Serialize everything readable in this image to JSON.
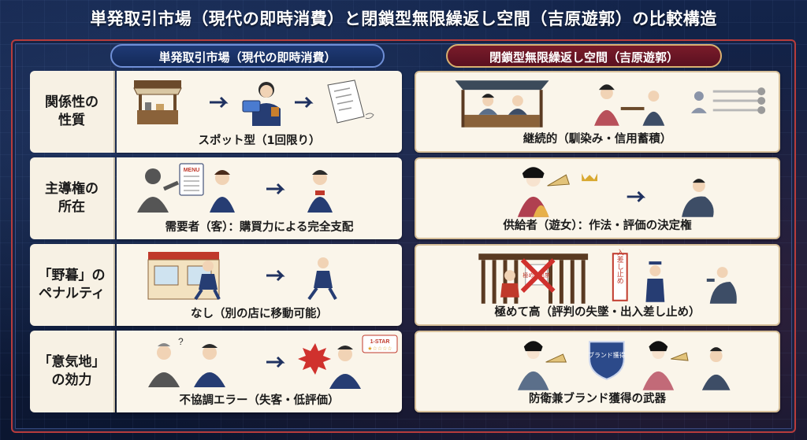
{
  "title": "単発取引市場（現代の即時消費）と閉鎖型無限繰返し空間（吉原遊郭）の比較構造",
  "left_header": "単発取引市場（現代の即時消費）",
  "right_header": "閉鎖型無限繰返し空間（吉原遊郭）",
  "rows": [
    {
      "label": "関係性の\n性質",
      "left_caption": "スポット型（1回限り）",
      "right_caption": "継続的（馴染み・信用蓄積）"
    },
    {
      "label": "主導権の\n所在",
      "left_caption": "需要者（客）：購買力による完全支配",
      "left_menu": "MENU",
      "right_caption": "供給者（遊女）：作法・評価の決定権"
    },
    {
      "label": "「野暮」の\nペナルティ",
      "left_caption": "なし（別の店に移動可能）",
      "right_caption": "極めて高（評判の失墜・出入差し止め）",
      "right_sign": "出入差し止め",
      "right_note": "極めて出禁"
    },
    {
      "label": "「意気地」\nの効力",
      "left_caption": "不協調エラー（失客・低評価）",
      "left_badge": "1-STAR",
      "right_caption": "防衛兼ブランド獲得の武器",
      "right_shield": "ブランド獲得"
    }
  ],
  "colors": {
    "navy": "#142a58",
    "crimson": "#7a1c2a",
    "gold": "#d8b070",
    "card": "#faf5ea"
  }
}
